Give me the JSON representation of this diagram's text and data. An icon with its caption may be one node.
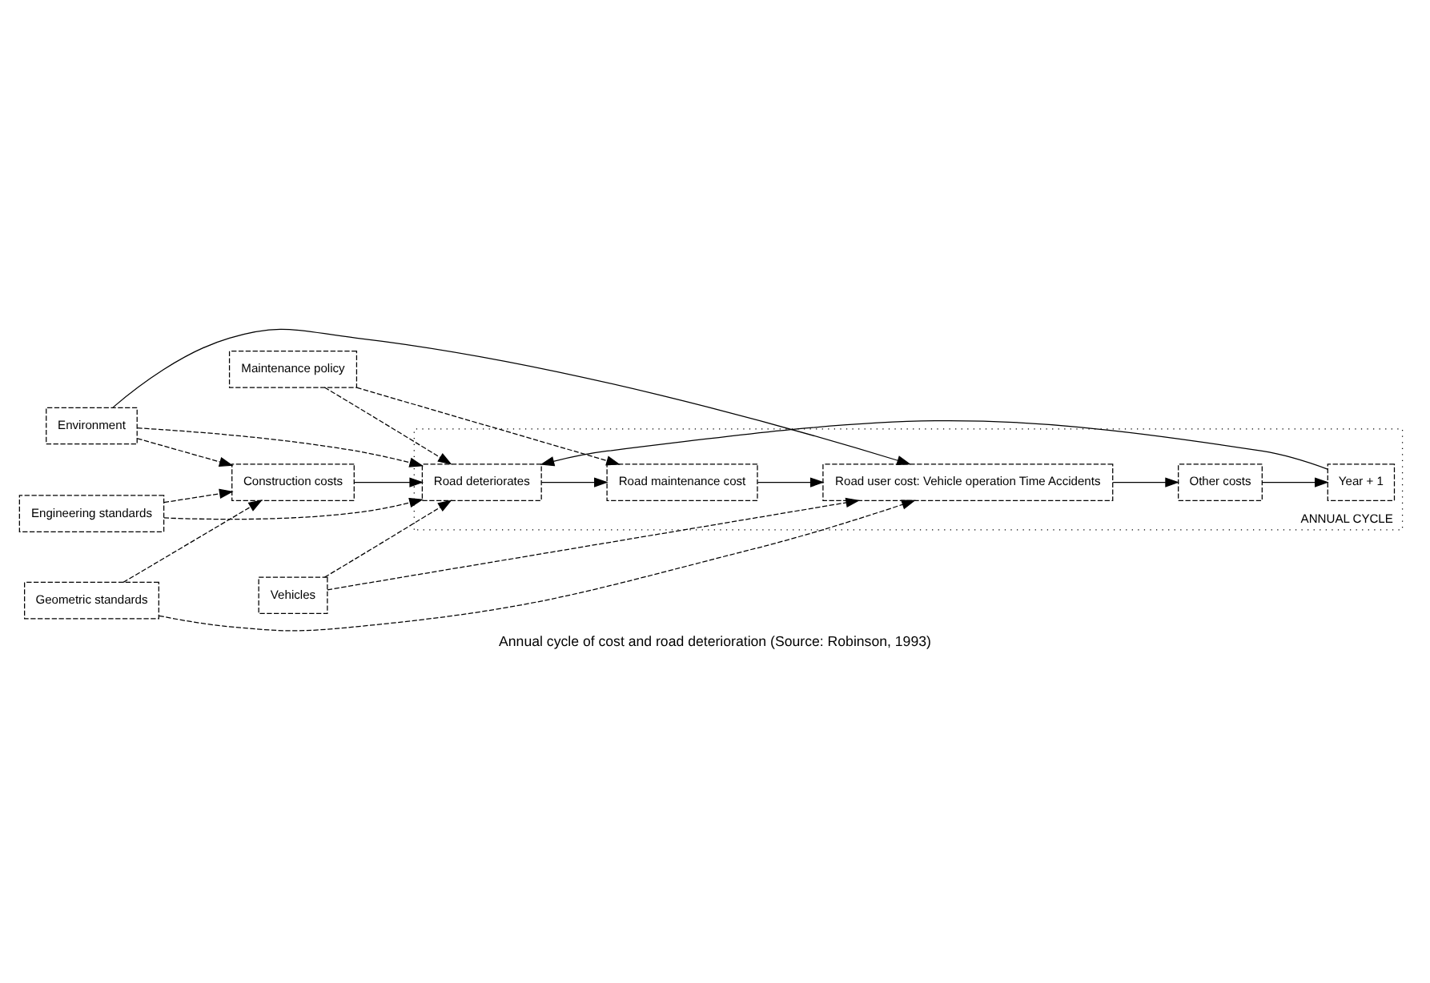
{
  "diagram": {
    "caption": "Annual cycle of cost and road deterioration (Source: Robinson, 1993)",
    "nodes": [
      {
        "text": [
          "Engineering standards"
        ]
      },
      {
        "text": [
          "Environment"
        ]
      },
      {
        "text": [
          "Maintenance policy"
        ]
      },
      {
        "text": [
          "Geometric standards"
        ]
      },
      {
        "text": [
          "Vehicles"
        ]
      },
      {
        "text": [
          "Construction costs"
        ]
      },
      {
        "text": [
          "ANNUAL CYCLE"
        ]
      },
      {
        "text": [
          "Road deteriorates"
        ],
        "in": 6
      },
      {
        "text": [
          "Road maintenance cost"
        ],
        "in": 6
      },
      {
        "text": [
          "Road user cost: Vehicle operation Time Accidents"
        ],
        "in": 6
      },
      {
        "text": [
          "Other costs"
        ],
        "in": 6
      },
      {
        "text": [
          "Year + 1"
        ],
        "in": 6
      }
    ],
    "edges": [
      {
        "from": 0,
        "to": 5,
        "arrow": "to",
        "style": "dashed"
      },
      {
        "from": 0,
        "to": 7,
        "arrow": "to",
        "style": "dashed"
      },
      {
        "from": 1,
        "to": 5,
        "arrow": "to",
        "style": "dashed"
      },
      {
        "from": 1,
        "to": 7,
        "arrow": "to",
        "style": "dashed"
      },
      {
        "from": 1,
        "to": 9,
        "arrow": "to"
      },
      {
        "from": 2,
        "to": 7,
        "arrow": "to",
        "style": "dashed"
      },
      {
        "from": 2,
        "to": 8,
        "arrow": "to",
        "style": "dashed"
      },
      {
        "from": 3,
        "to": 5,
        "arrow": "to",
        "style": "dashed"
      },
      {
        "from": 3,
        "to": 9,
        "arrow": "to",
        "style": "dashed"
      },
      {
        "from": 4,
        "to": 7,
        "arrow": "to",
        "style": "dashed"
      },
      {
        "from": 4,
        "to": 9,
        "arrow": "to",
        "style": "dashed"
      },
      {
        "from": 5,
        "to": 7,
        "arrow": "to"
      },
      {
        "from": 7,
        "to": 8,
        "arrow": "to"
      },
      {
        "from": 8,
        "to": 9,
        "arrow": "to"
      },
      {
        "from": 9,
        "to": 10,
        "arrow": "to"
      },
      {
        "from": 10,
        "to": 11,
        "arrow": "to"
      },
      {
        "from": 11,
        "to": 7,
        "arrow": "to"
      }
    ]
  }
}
